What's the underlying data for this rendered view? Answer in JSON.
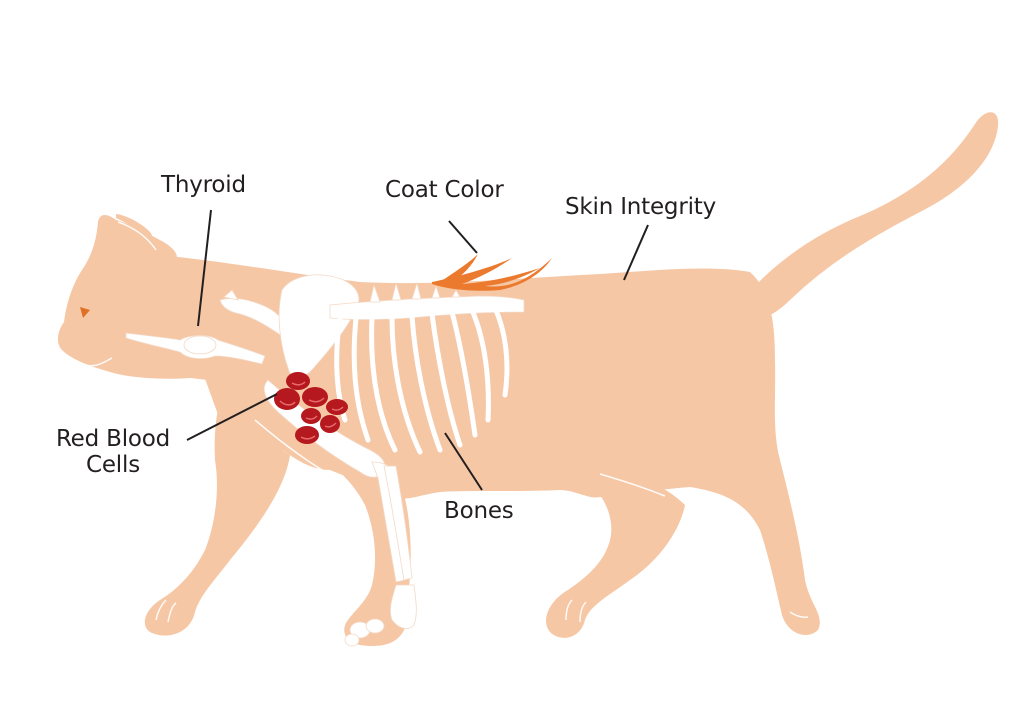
{
  "diagram": {
    "subject": "Cat body illustration (side view) with anatomical callouts",
    "colors": {
      "background": "#ffffff",
      "body": "#f6c7a5",
      "skeleton": "#ffffff",
      "coat_accent": "#ec7a2e",
      "eye": "#e07025",
      "blood_cell": "#b5181e",
      "blood_cell_highlight": "#e56a6c",
      "label_text": "#231f20",
      "leader_line": "#231f20"
    },
    "labels": {
      "thyroid": "Thyroid",
      "coat_color": "Coat Color",
      "skin_integrity": "Skin Integrity",
      "red_blood_cells_line1": "Red Blood",
      "red_blood_cells_line2": "Cells",
      "bones": "Bones"
    },
    "callouts": [
      {
        "label": "Thyroid",
        "points_to": "thyroid gland on neck"
      },
      {
        "label": "Coat Color",
        "points_to": "orange fur strands on back"
      },
      {
        "label": "Skin Integrity",
        "points_to": "skin on back"
      },
      {
        "label": "Red Blood Cells",
        "points_to": "cluster of red blood cells near shoulder"
      },
      {
        "label": "Bones",
        "points_to": "rib cage"
      }
    ],
    "icons": [
      "cat-silhouette",
      "skeleton",
      "thyroid-gland",
      "fur-strands",
      "red-blood-cell"
    ]
  }
}
